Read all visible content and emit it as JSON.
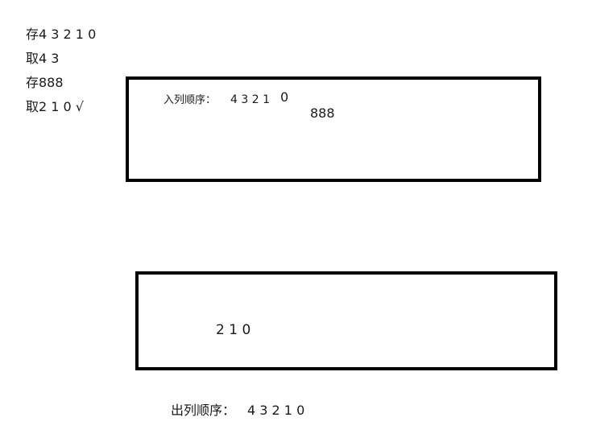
{
  "notes": [
    "存4 3 2 1 0",
    "取4 3",
    "存888",
    "取2 1 0 √"
  ],
  "queue_in": {
    "label": "入列顺序：",
    "sequence": "4 3 2 1",
    "last": "0",
    "extra": "888"
  },
  "queue_out": {
    "content": "2 1 0"
  },
  "output": {
    "label": "出列顺序：",
    "sequence": "4 3 2 1 0"
  },
  "colors": {
    "border": "#000000",
    "text": "#1a1a1a",
    "background": "#ffffff"
  }
}
